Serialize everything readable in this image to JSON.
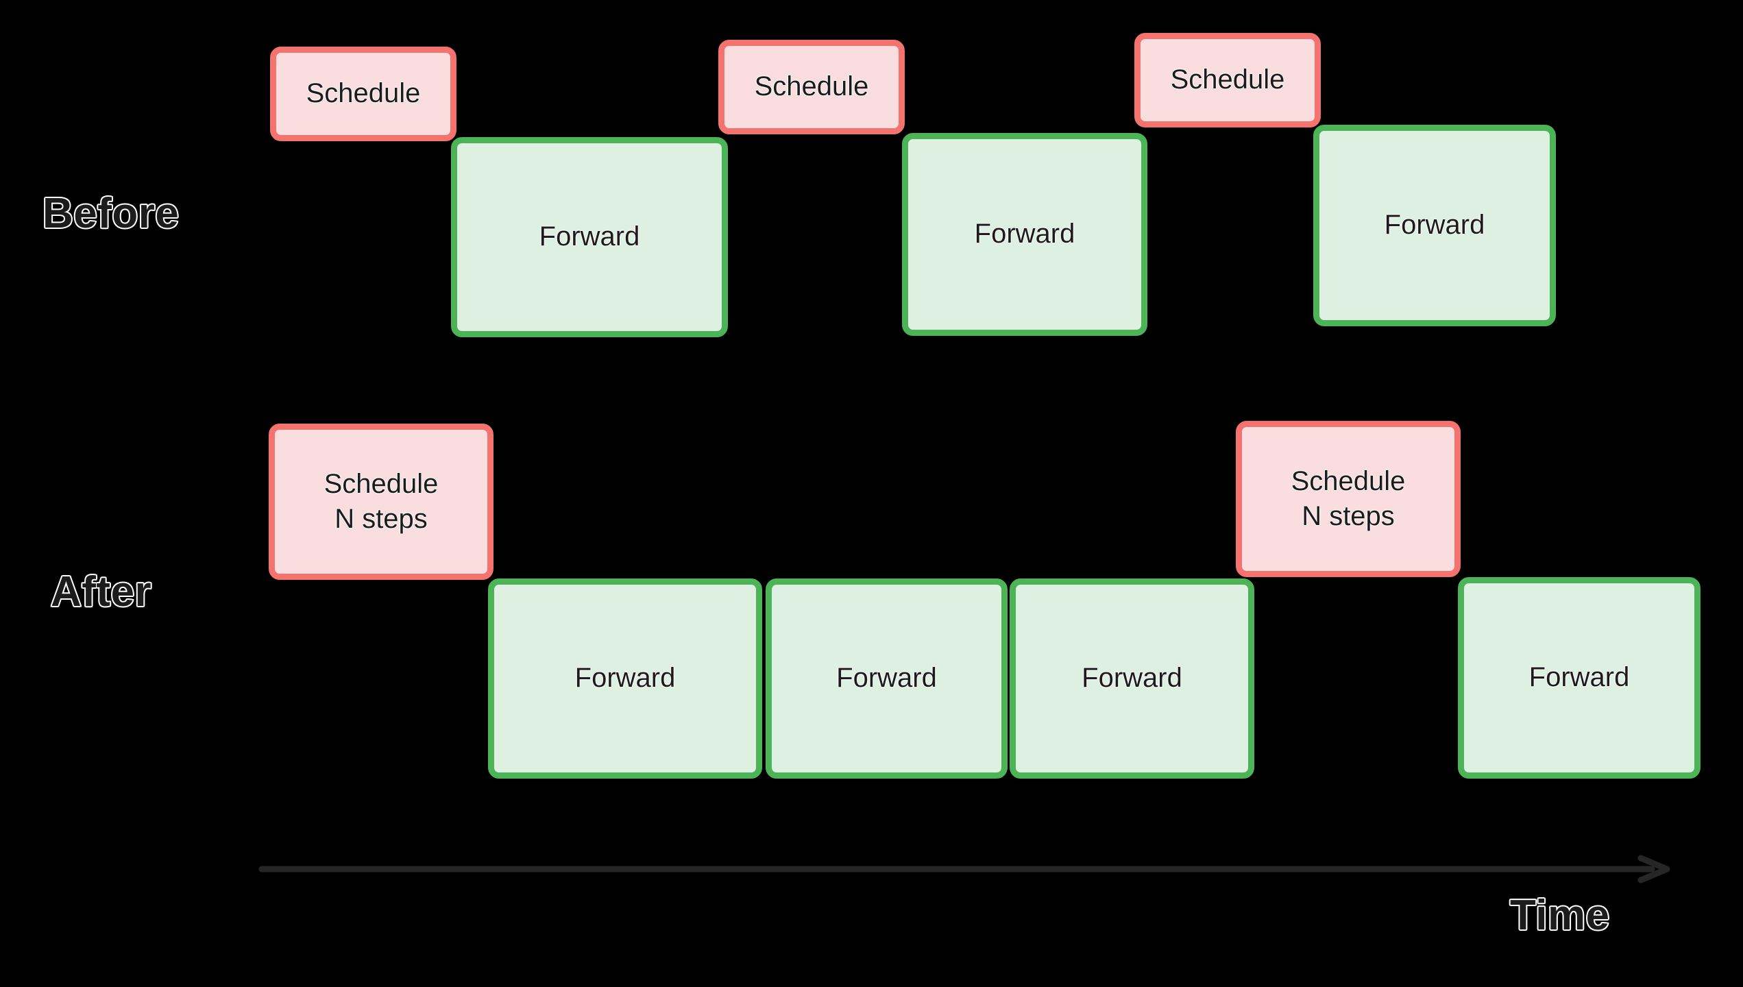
{
  "background_color": "#000000",
  "palette": {
    "schedule_fill": "#fadedf",
    "schedule_border": "#f4736f",
    "forward_fill": "#ddf0e1",
    "forward_border": "#4cb457",
    "label_fill": "#1c1c1c",
    "label_stroke": "#ffffff",
    "axis_color": "#262626"
  },
  "rows": {
    "before": {
      "label": "Before",
      "blocks": [
        {
          "type": "schedule",
          "text": "Schedule"
        },
        {
          "type": "forward",
          "text": "Forward"
        },
        {
          "type": "schedule",
          "text": "Schedule"
        },
        {
          "type": "forward",
          "text": "Forward"
        },
        {
          "type": "schedule",
          "text": "Schedule"
        },
        {
          "type": "forward",
          "text": "Forward"
        }
      ]
    },
    "after": {
      "label": "After",
      "blocks": [
        {
          "type": "schedule",
          "text": "Schedule\nN steps"
        },
        {
          "type": "forward",
          "text": "Forward"
        },
        {
          "type": "forward",
          "text": "Forward"
        },
        {
          "type": "forward",
          "text": "Forward"
        },
        {
          "type": "schedule",
          "text": "Schedule\nN steps"
        },
        {
          "type": "forward",
          "text": "Forward"
        }
      ]
    }
  },
  "axis": {
    "label": "Time",
    "direction": "left-to-right"
  }
}
